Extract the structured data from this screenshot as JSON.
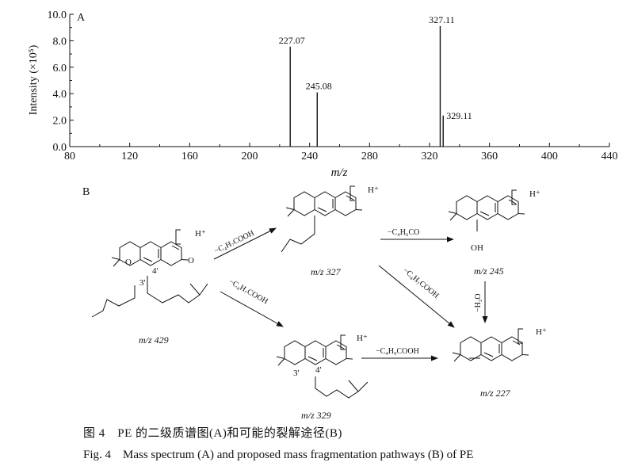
{
  "panel_a": {
    "label": "A",
    "chart_data": {
      "type": "bar",
      "xlabel": "m/z",
      "ylabel": "Intensity (×10⁵)",
      "xlim": [
        80,
        440
      ],
      "ylim": [
        0,
        10
      ],
      "xticks": [
        80,
        120,
        160,
        200,
        240,
        280,
        320,
        360,
        400,
        440
      ],
      "yticks": [
        "0.0",
        "2.0",
        "4.0",
        "6.0",
        "8.0",
        "10.0"
      ],
      "peaks": [
        {
          "mz": 227.07,
          "intensity": 7.55,
          "label": "227.07"
        },
        {
          "mz": 245.08,
          "intensity": 4.1,
          "label": "245.08"
        },
        {
          "mz": 327.11,
          "intensity": 9.1,
          "label": "327.11"
        },
        {
          "mz": 329.11,
          "intensity": 2.35,
          "label": "329.11"
        }
      ]
    }
  },
  "panel_b": {
    "label": "B",
    "hplus": "H⁺",
    "compounds": {
      "c429": "m/z 429",
      "c327": "m/z 327",
      "c245": "m/z 245",
      "c329": "m/z 329",
      "c227": "m/z 227"
    },
    "losses": {
      "a1": "−C₄H₇COOH",
      "a2": "−C₄H₇COOH",
      "a3": "−C₄H₆CO",
      "a4": "−C₄H₇COOH",
      "a5": "−H₂O",
      "a6": "−C₄H₉COOH"
    },
    "atom_labels": {
      "l4p": "4'",
      "l3p": "3'",
      "o": "O",
      "oh": "OH"
    }
  },
  "caption": {
    "zh": "图 4　PE 的二级质谱图(A)和可能的裂解途径(B)",
    "en": "Fig. 4　Mass spectrum (A) and proposed mass fragmentation pathways (B) of PE"
  }
}
